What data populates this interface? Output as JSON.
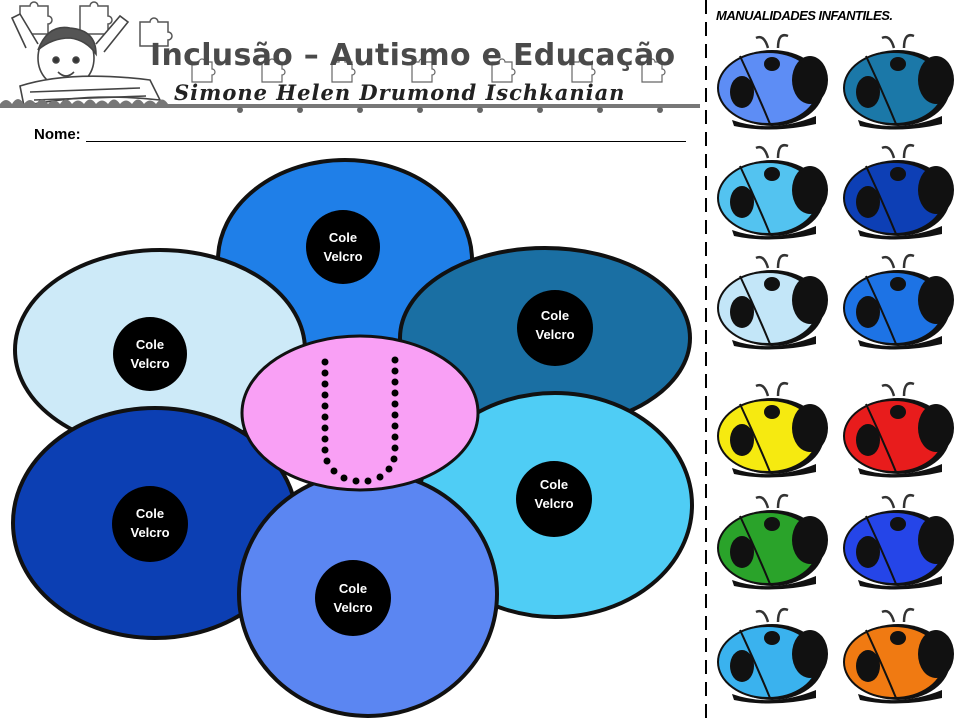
{
  "header": {
    "title": "Inclusão – Autismo e Educação",
    "author": "Simone Helen Drumond Ischkanian"
  },
  "form": {
    "name_label": "Nome:"
  },
  "flower": {
    "center_letter": "U",
    "center_color": "#f9a0f5",
    "petal_label_line1": "Cole",
    "petal_label_line2": "Velcro",
    "petals": [
      {
        "id": "top",
        "color": "#1f7fe8"
      },
      {
        "id": "upper-right",
        "color": "#1a6fa3"
      },
      {
        "id": "upper-left",
        "color": "#cdeaf8"
      },
      {
        "id": "lower-right",
        "color": "#4fcdf5"
      },
      {
        "id": "lower-left",
        "color": "#0c3fb3"
      },
      {
        "id": "bottom",
        "color": "#5b86f2"
      }
    ]
  },
  "sidebar": {
    "title": "MANUALIDADES INFANTILES.",
    "ladybugs": [
      {
        "color": "#5d8df5"
      },
      {
        "color": "#1b78a8"
      },
      {
        "color": "#53c3f0"
      },
      {
        "color": "#0d3fb5"
      },
      {
        "color": "#c3e6f8"
      },
      {
        "color": "#1d73e5"
      },
      {
        "color": "#f6ea10"
      },
      {
        "color": "#e81c1c"
      },
      {
        "color": "#2aa32a"
      },
      {
        "color": "#2545e8"
      },
      {
        "color": "#3ab2ee"
      },
      {
        "color": "#f07a12"
      }
    ]
  }
}
